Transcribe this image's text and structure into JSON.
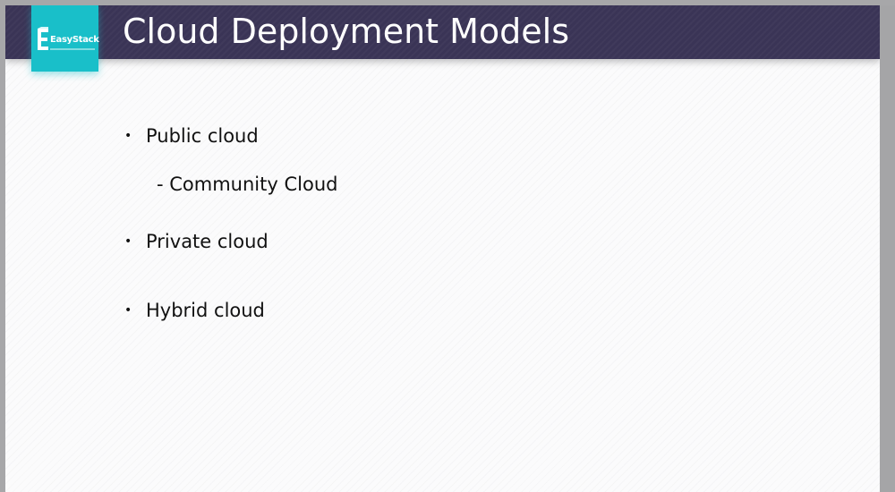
{
  "slide": {
    "title": "Cloud Deployment Models",
    "logo": {
      "text": "EasyStack",
      "icon": "easystack-logo-icon",
      "color": "#19bfc9"
    },
    "header_color": "#3a3456",
    "bullet_symbol": "•",
    "items": [
      {
        "label": "Public cloud",
        "bullet": true
      },
      {
        "label": "- Community Cloud",
        "bullet": false
      },
      {
        "label": "Private cloud",
        "bullet": true
      },
      {
        "label": "Hybrid cloud",
        "bullet": true
      }
    ]
  }
}
